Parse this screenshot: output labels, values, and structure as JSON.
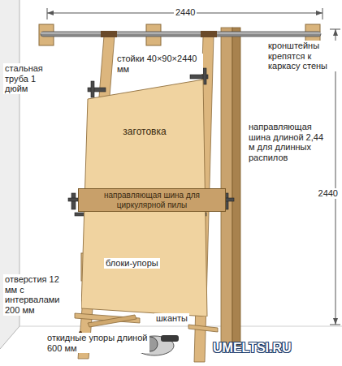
{
  "diagram": {
    "nodes": [
      {
        "text": [
          "заготовка"
        ]
      },
      {
        "text": [
          "направляющая шина для циркулярной пилы"
        ]
      }
    ],
    "labels": [
      "2440",
      "стальная труба 1 дюйм",
      "стойки 40×90×2440 мм",
      "кронштейны крепятся к каркасу стены",
      "направляющая шина длиной 2,44 м для длинных распилов",
      "2440",
      "блоки-упоры",
      "отверстия 12 мм с интервалами 200 мм",
      "шканты",
      "откидные упоры длиной 600 мм",
      "UMELTSI.RU"
    ]
  }
}
